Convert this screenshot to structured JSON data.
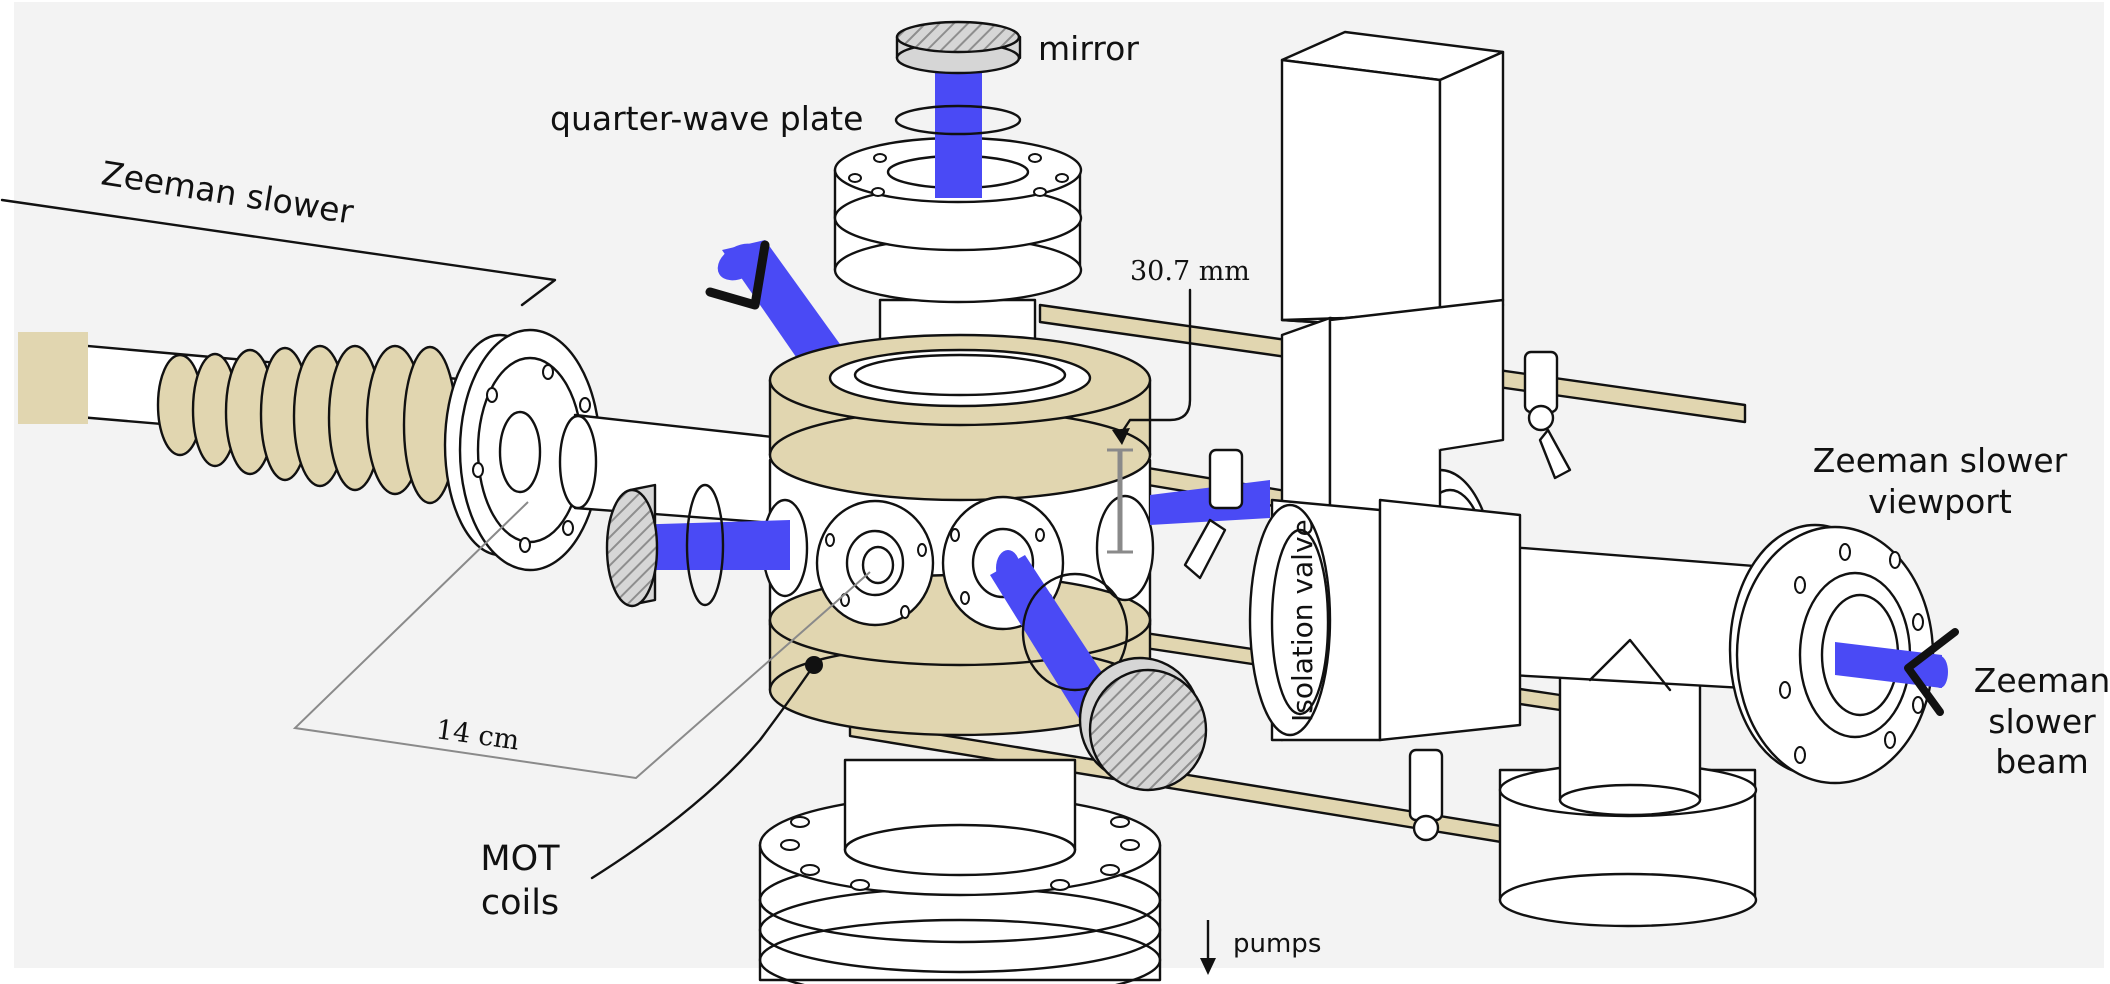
{
  "colors": {
    "background": "#f3f3f3",
    "outer_background": "#ffffff",
    "laser_beam": "#4a4af5",
    "coil": "#e1d6b0",
    "steel": "#ffffff",
    "ink": "#111111",
    "optic_hatch": "#9a9a9a"
  },
  "labels": {
    "mirror": "mirror",
    "quarter_wave_plate": "quarter-wave plate",
    "zeeman_slower": "Zeeman slower",
    "dimension_vertical": "30.7 mm",
    "dimension_horizontal": "14 cm",
    "zeeman_viewport_line1": "Zeeman slower",
    "zeeman_viewport_line2": "viewport",
    "zeeman_beam_line1": "Zeeman",
    "zeeman_beam_line2": "slower",
    "zeeman_beam_line3": "beam",
    "isolation_valve": "Isolation valve",
    "mot_coils_line1": "MOT",
    "mot_coils_line2": "coils",
    "pumps": "pumps"
  },
  "icons": {
    "pumps_arrow": "arrow-down-icon"
  }
}
